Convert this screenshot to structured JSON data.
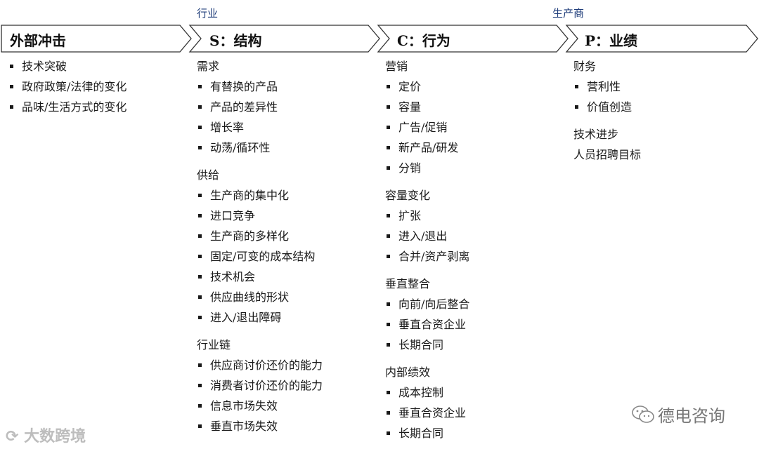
{
  "top_labels": {
    "industry": "行业",
    "producer": "生产商"
  },
  "chevrons": [
    "外部冲击",
    "S：结构",
    "C：行为",
    "P：业绩"
  ],
  "columns": [
    {
      "groups": [
        {
          "heading": "",
          "items": [
            "技术突破",
            "政府政策/法律的变化",
            "品味/生活方式的变化"
          ]
        }
      ]
    },
    {
      "groups": [
        {
          "heading": "需求",
          "items": [
            "有替换的产品",
            "产品的差异性",
            "增长率",
            "动荡/循环性"
          ]
        },
        {
          "heading": "供给",
          "items": [
            "生产商的集中化",
            "进口竞争",
            "生产商的多样化",
            "固定/可变的成本结构",
            "技术机会",
            "供应曲线的形状",
            "进入/退出障碍"
          ]
        },
        {
          "heading": "行业链",
          "items": [
            "供应商讨价还价的能力",
            "消费者讨价还价的能力",
            "信息市场失效",
            "垂直市场失效"
          ]
        }
      ]
    },
    {
      "groups": [
        {
          "heading": "营销",
          "items": [
            "定价",
            "容量",
            "广告/促销",
            "新产品/研发",
            "分销"
          ]
        },
        {
          "heading": "容量变化",
          "items": [
            "扩张",
            "进入/退出",
            "合并/资产剥离"
          ]
        },
        {
          "heading": "垂直整合",
          "items": [
            "向前/向后整合",
            "垂直合资企业",
            "长期合同"
          ]
        },
        {
          "heading": "内部绩效",
          "items": [
            "成本控制",
            "垂直合资企业",
            "长期合同"
          ]
        }
      ]
    },
    {
      "groups": [
        {
          "heading": "财务",
          "items": [
            "营利性",
            "价值创造"
          ]
        },
        {
          "heading": "技术进步",
          "items": []
        },
        {
          "heading": "人员招聘目标",
          "items": []
        }
      ]
    }
  ],
  "watermarks": {
    "right": "德电咨询",
    "left": "大数跨境"
  },
  "colors": {
    "label_blue": "#1f3d7a",
    "text": "#1a1a1a"
  }
}
